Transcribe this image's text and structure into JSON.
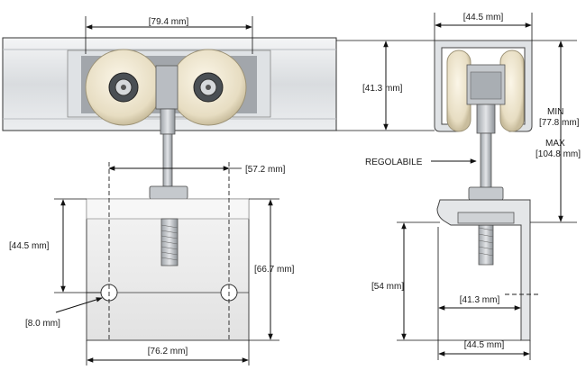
{
  "front_view": {
    "dim_rail_wheel_spacing": "[79.4 mm]",
    "dim_hole_spacing": "[57.2 mm]",
    "dim_hole_height": "[44.5 mm]",
    "dim_plate_height": "[66.7 mm]",
    "dim_hole_diameter": "[8.0 mm]",
    "dim_plate_width": "[76.2 mm]"
  },
  "side_view": {
    "dim_rail_width": "[44.5 mm]",
    "dim_rail_height": "[41.3 mm]",
    "label_min": "MIN",
    "dim_min": "[77.8 mm]",
    "label_max": "MAX",
    "dim_max": "[104.8 mm]",
    "label_adjustable": "REGOLABILE",
    "dim_bracket_height": "[54 mm]",
    "dim_inner_width": "[41.3 mm]",
    "dim_bracket_width": "[44.5 mm]"
  },
  "colors": {
    "rail": "#e6e8ea",
    "wheel": "#efe6cf",
    "metal": "#c9ccd0",
    "plate": "#eeeeee"
  }
}
